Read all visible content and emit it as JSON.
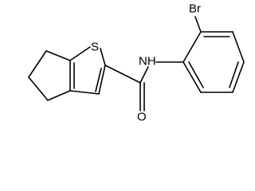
{
  "molecule": {
    "atoms": {
      "sulfur": "S",
      "bromine": "Br",
      "amide_nitrogen": "NH",
      "carbonyl_oxygen": "O"
    },
    "colors": {
      "bond": "#000000",
      "label": "#000000",
      "background": "#ffffff"
    }
  }
}
